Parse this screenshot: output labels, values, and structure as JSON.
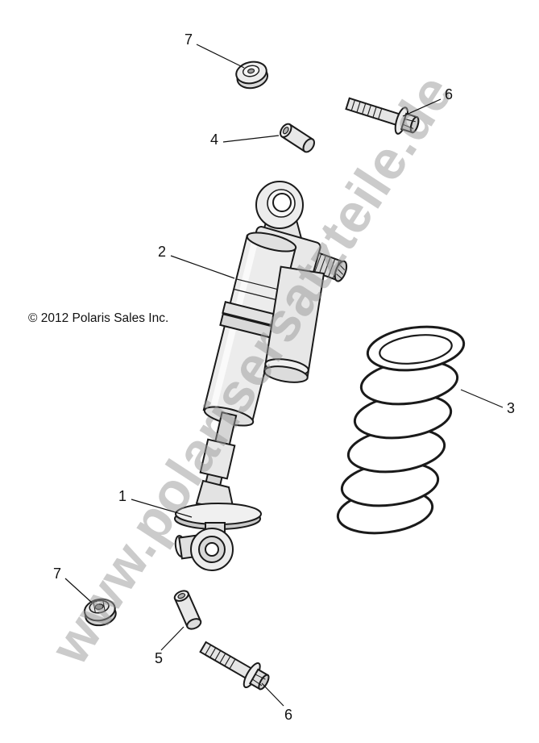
{
  "watermark": {
    "text": "www.polarisersatzteile.de",
    "color": "#999999"
  },
  "copyright": {
    "text": "© 2012 Polaris Sales Inc."
  },
  "callouts": [
    {
      "label": "7"
    },
    {
      "label": "6"
    },
    {
      "label": "4"
    },
    {
      "label": "2"
    },
    {
      "label": "3"
    },
    {
      "label": "1"
    },
    {
      "label": "7"
    },
    {
      "label": "5"
    },
    {
      "label": "6"
    }
  ],
  "colors": {
    "line": "#1a1a1a",
    "background": "#ffffff"
  }
}
